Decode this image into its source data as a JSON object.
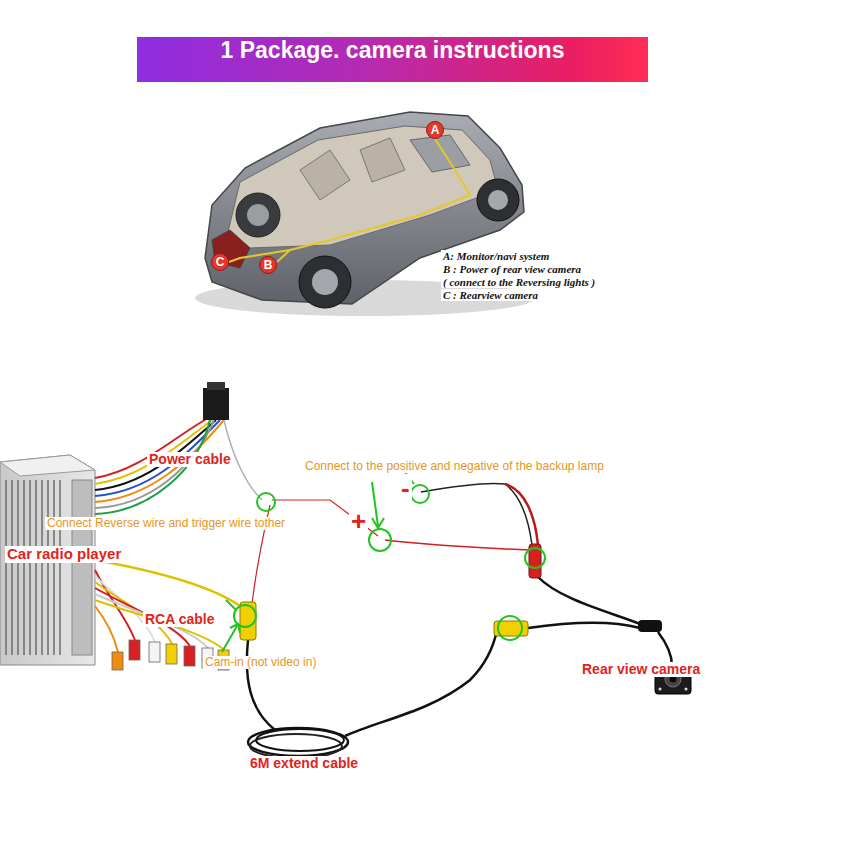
{
  "diagram": {
    "title": "1 Package. camera instructions",
    "nodes": [
      {
        "text": [
          "A"
        ]
      },
      {
        "text": [
          "B"
        ]
      },
      {
        "text": [
          "C"
        ]
      }
    ],
    "labels": [
      "A: Monitor/navi system",
      "B : Power of rear view camera",
      "( connect to the Reversing lights )",
      "C : Rearview camera",
      "Power cable",
      "Connect to the positive and negative of the backup lamp",
      "Connect Reverse wire and trigger wire tother",
      "Car radio player",
      "RCA cable",
      "Cam-in (not video in)",
      "+",
      "-",
      "Rear view camera",
      "6M extend cable"
    ]
  }
}
